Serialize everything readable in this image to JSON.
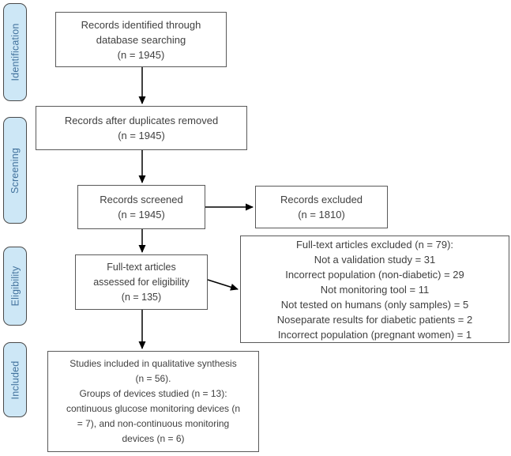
{
  "flowchart": {
    "stages": [
      {
        "label": "Identification"
      },
      {
        "label": "Screening"
      },
      {
        "label": "Eligibility"
      },
      {
        "label": "Included"
      }
    ],
    "boxes": {
      "identified": {
        "text": "Records identified through\ndatabase searching\n(n = 1945)"
      },
      "duplicates_removed": {
        "text": "Records after duplicates removed\n(n = 1945)"
      },
      "screened": {
        "text": "Records screened\n(n = 1945)"
      },
      "records_excluded": {
        "text": "Records excluded\n(n = 1810)"
      },
      "fulltext_assessed": {
        "text": "Full-text articles\nassessed for eligibility\n(n = 135)"
      },
      "fulltext_excluded": {
        "text": "Full-text articles excluded (n = 79):\nNot a validation study = 31\nIncorrect population (non-diabetic) = 29\nNot monitoring tool = 11\nNot tested on humans (only samples) = 5\nNoseparate results for diabetic patients = 2\nIncorrect population (pregnant women) = 1"
      },
      "qualitative_synthesis": {
        "text": "Studies included in qualitative synthesis\n(n = 56).\nGroups of devices studied (n = 13):\ncontinuous glucose monitoring devices (n\n= 7), and non-continuous monitoring\ndevices (n = 6)"
      }
    },
    "colors": {
      "stage_fill": "#cde7f6",
      "stage_border": "#4a4a4a",
      "stage_text": "#41719c",
      "box_border": "#595959",
      "box_text": "#404040",
      "arrow": "#000000"
    }
  }
}
